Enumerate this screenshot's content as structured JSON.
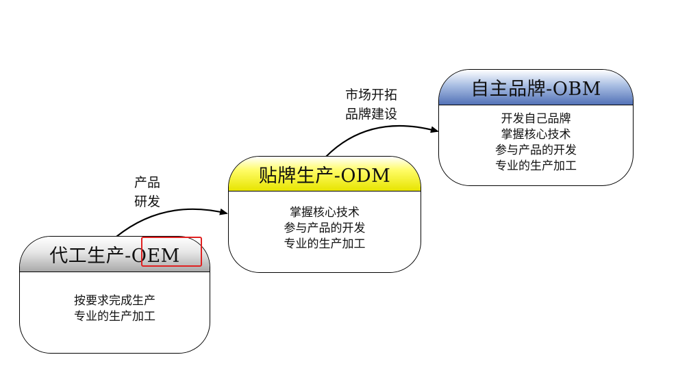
{
  "stages": [
    {
      "title": "代工生产-OEM",
      "lines": [
        "按要求完成生产",
        "专业的生产加工"
      ]
    },
    {
      "title": "贴牌生产-ODM",
      "lines": [
        "掌握核心技术",
        "参与产品的开发",
        "专业的生产加工"
      ]
    },
    {
      "title": "自主品牌-OBM",
      "lines": [
        "开发自己品牌",
        "掌握核心技术",
        "参与产品的开发",
        "专业的生产加工"
      ]
    }
  ],
  "transitions": [
    {
      "lines": [
        "产品",
        "研发"
      ]
    },
    {
      "lines": [
        "市场开拓",
        "品牌建设"
      ]
    }
  ],
  "colors": {
    "oem_header": "#a9a9a9",
    "odm_header": "#e7e400",
    "obm_header": "#5372b7",
    "highlight_border": "#e02020"
  }
}
